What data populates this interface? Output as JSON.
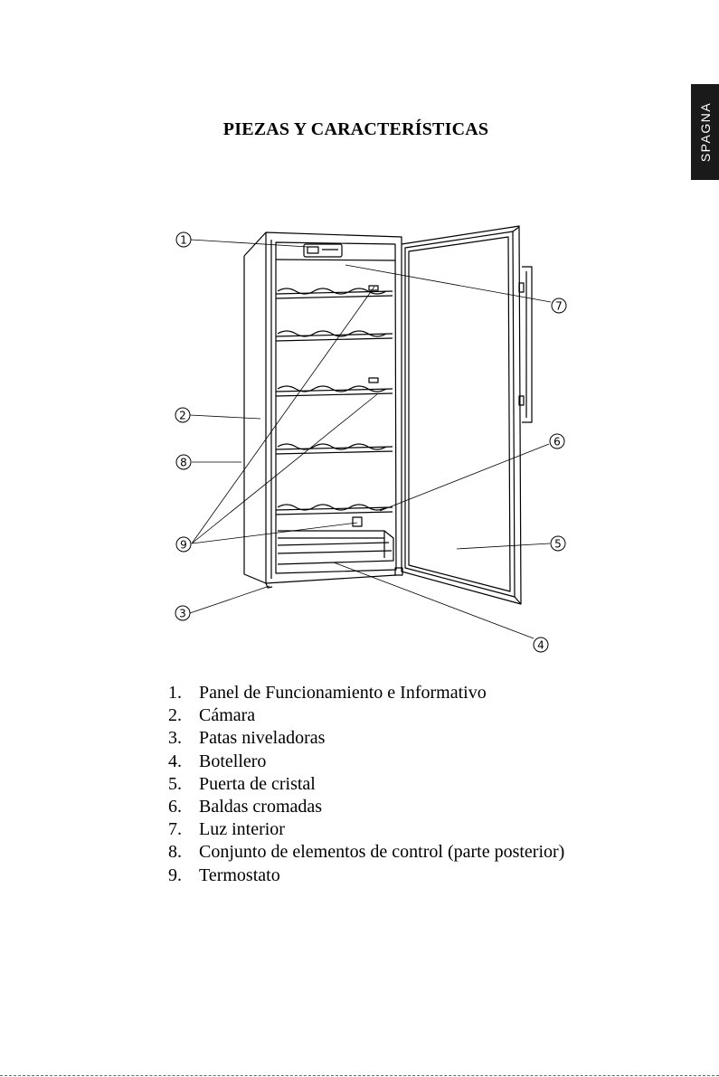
{
  "side_tab": {
    "label": "SPAGNA"
  },
  "title": "PIEZAS Y CARACTERÍSTICAS",
  "diagram": {
    "callouts": [
      "1",
      "2",
      "3",
      "4",
      "5",
      "6",
      "7",
      "8",
      "9"
    ],
    "accent_color": "#000000"
  },
  "parts": [
    {
      "num": "1.",
      "label": "Panel de Funcionamiento e Informativo"
    },
    {
      "num": "2.",
      "label": "Cámara"
    },
    {
      "num": "3.",
      "label": "Patas niveladoras"
    },
    {
      "num": "4.",
      "label": "Botellero"
    },
    {
      "num": "5.",
      "label": "Puerta de cristal"
    },
    {
      "num": "6.",
      "label": "Baldas cromadas"
    },
    {
      "num": "7.",
      "label": "Luz interior"
    },
    {
      "num": "8.",
      "label": "Conjunto de elementos de control (parte posterior)"
    },
    {
      "num": "9.",
      "label": "Termostato"
    }
  ]
}
